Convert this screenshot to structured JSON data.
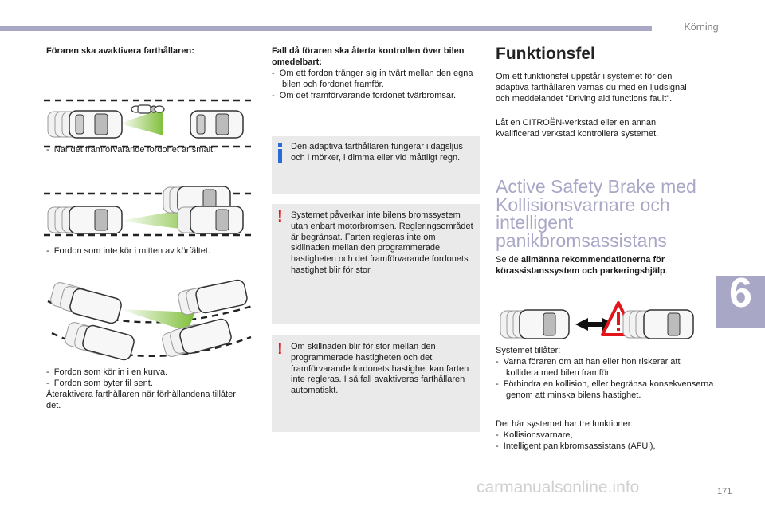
{
  "header": {
    "section": "Körning",
    "chapter_number": "6"
  },
  "col1": {
    "heading": "Föraren ska avaktivera farthållaren:",
    "fig1_caption": "-  När det framförvarande fordonet är smalt.",
    "fig2_caption": "-  Fordon som inte kör i mitten av körfältet.",
    "fig3_lines": [
      "-  Fordon som kör in i en kurva.",
      "-  Fordon som byter fil sent.",
      "Återaktivera farthållaren när förhållandena tillåter det."
    ]
  },
  "col2": {
    "heading": "Fall då föraren ska återta kontrollen över bilen omedelbart:",
    "items": [
      "-  Om ett fordon tränger sig in tvärt mellan den egna bilen och fordonet framför.",
      "-  Om det framförvarande fordonet tvärbromsar."
    ],
    "info_text": "Den adaptiva farthållaren fungerar i dagsljus och i mörker, i dimma eller vid måttligt regn.",
    "warning1_text": "Systemet påverkar inte bilens bromssystem utan enbart motorbromsen. Regleringsområdet är begränsat. Farten regleras inte om skillnaden mellan den programmerade hastigheten och det framförvarande fordonets hastighet blir för stor.",
    "warning2_text": "Om skillnaden blir för stor mellan den programmerade hastigheten och det framförvarande fordonets hastighet kan farten inte regleras. I så fall avaktiveras farthållaren automatiskt."
  },
  "col3": {
    "func_heading": "Funktionsfel",
    "func_text": "Om ett funktionsfel uppstår i systemet för den adaptiva farthållaren varnas du med en ljudsignal och meddelandet \"Driving aid functions fault\".",
    "func_text2": "Låt en CITROËN-verkstad eller en annan kvalificerad verkstad kontrollera systemet.",
    "asb_heading": "Active Safety Brake med Kollisionsvarnare och intelligent panikbromsassistans",
    "see_prefix": "Se de ",
    "see_bold": "allmänna rekommendationerna för körassistanssystem och parkeringshjälp",
    "see_suffix": ".",
    "allows_heading": "Systemet tillåter:",
    "allows_items": [
      "-  Varna föraren om att han eller hon riskerar att kollidera med bilen framför.",
      "-  Förhindra en kollision, eller begränsa konsekvenserna genom att minska bilens hastighet."
    ],
    "functions_heading": "Det här systemet har tre funktioner:",
    "functions_items": [
      "-  Kollisionsvarnare,",
      "-  Intelligent panikbromsassistans (AFUi),"
    ]
  },
  "footer": {
    "page_number": "171",
    "watermark": "carmanualsonline.info"
  },
  "colors": {
    "accent": "#a9a7c6",
    "info": "#2b6bd8",
    "warning": "#e3151a",
    "callout_bg": "#eaeaea",
    "arrow_green": "#7fbf3a"
  },
  "icons": [
    "info-icon",
    "warning-icon",
    "motorcycle-icon",
    "warning-triangle-icon"
  ]
}
